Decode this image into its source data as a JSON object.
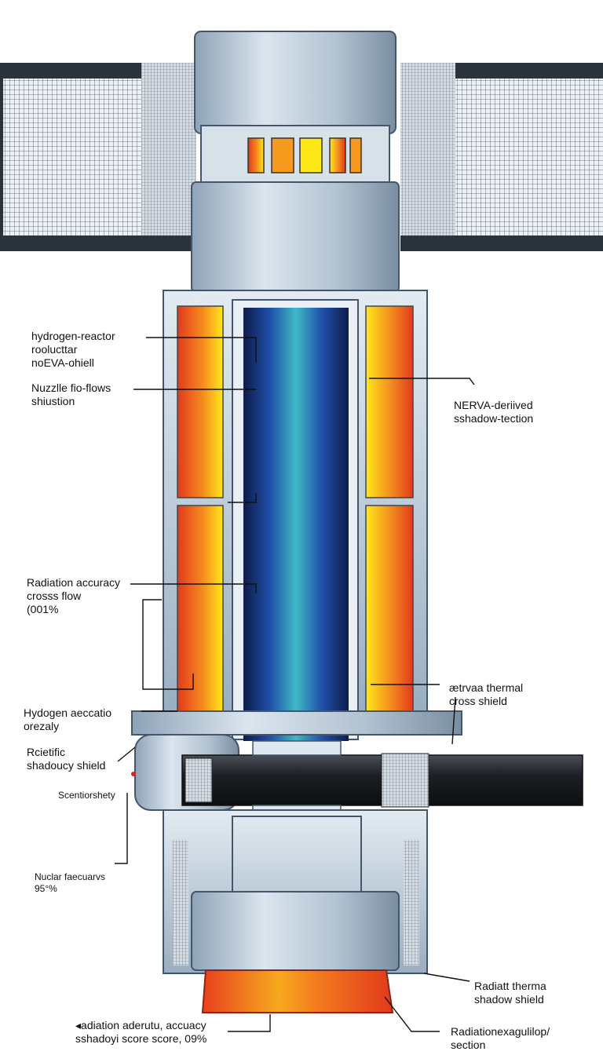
{
  "labels": {
    "hydrogen_reactor": "hydrogen-reactor\nroolucttar\nnoEVA-ohiell",
    "nozzle_flows": "Nuzzlle fio-flows\nshiustion",
    "nerva_derived": "NERVA-deriived\nsshadow-tection",
    "radiation_accuracy": "Radiation accuracy\ncrosss flow\n(001%",
    "hydrogen_aeccatio": "Hydogen aeccatio\norezaly",
    "rcietific": "Rcietific\nshadoucy shield",
    "scentior": "Scentiorshety",
    "nuclar_faecuarvs": "Nuclar faecuarvs\n95°%",
    "ftrvaa_thermal": "ætrvaa thermal\ncross shield",
    "radiatt_therma": "Radiatt therma\nshadow shield",
    "radiation_aderutu": "◂adiation aderutu, accuacy\nsshadoyi score score, 09%",
    "radiation_exagulip": "Radiationexagulilop/\nsection"
  },
  "colors": {
    "metal_light": "#c9d6e2",
    "metal_mid": "#9fb2c4",
    "metal_dark": "#5c6e80",
    "core_blue": "#1f4fa8",
    "core_teal": "#29a6b4",
    "hot_red": "#e8401e",
    "hot_orange": "#f59a1e",
    "hot_yellow": "#ffe81a",
    "radiator_grid": "#3c4650",
    "pipe_dark": "#1c1f24"
  }
}
